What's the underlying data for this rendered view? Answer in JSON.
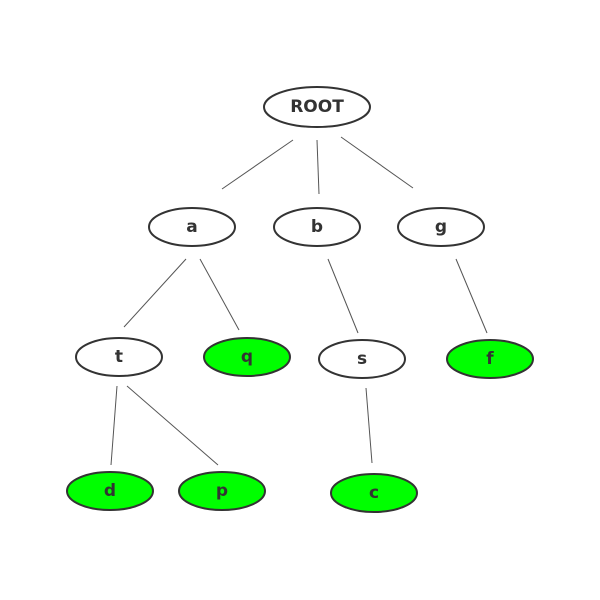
{
  "colors": {
    "internal_fill": "#ffffff",
    "leaf_fill": "#00ff00",
    "stroke": "#333333",
    "edge": "#555555"
  },
  "nodes": [
    {
      "id": "root",
      "label": "ROOT",
      "leaf": false
    },
    {
      "id": "a",
      "label": "a",
      "leaf": false
    },
    {
      "id": "b",
      "label": "b",
      "leaf": false
    },
    {
      "id": "g",
      "label": "g",
      "leaf": false
    },
    {
      "id": "t",
      "label": "t",
      "leaf": false
    },
    {
      "id": "q",
      "label": "q",
      "leaf": true
    },
    {
      "id": "s",
      "label": "s",
      "leaf": false
    },
    {
      "id": "f",
      "label": "f",
      "leaf": true
    },
    {
      "id": "d",
      "label": "d",
      "leaf": true
    },
    {
      "id": "p",
      "label": "p",
      "leaf": true
    },
    {
      "id": "c",
      "label": "c",
      "leaf": true
    }
  ],
  "edges": [
    {
      "from": "root",
      "to": "a"
    },
    {
      "from": "root",
      "to": "b"
    },
    {
      "from": "root",
      "to": "g"
    },
    {
      "from": "a",
      "to": "t"
    },
    {
      "from": "a",
      "to": "q"
    },
    {
      "from": "b",
      "to": "s"
    },
    {
      "from": "g",
      "to": "f"
    },
    {
      "from": "t",
      "to": "d"
    },
    {
      "from": "t",
      "to": "p"
    },
    {
      "from": "s",
      "to": "c"
    }
  ]
}
